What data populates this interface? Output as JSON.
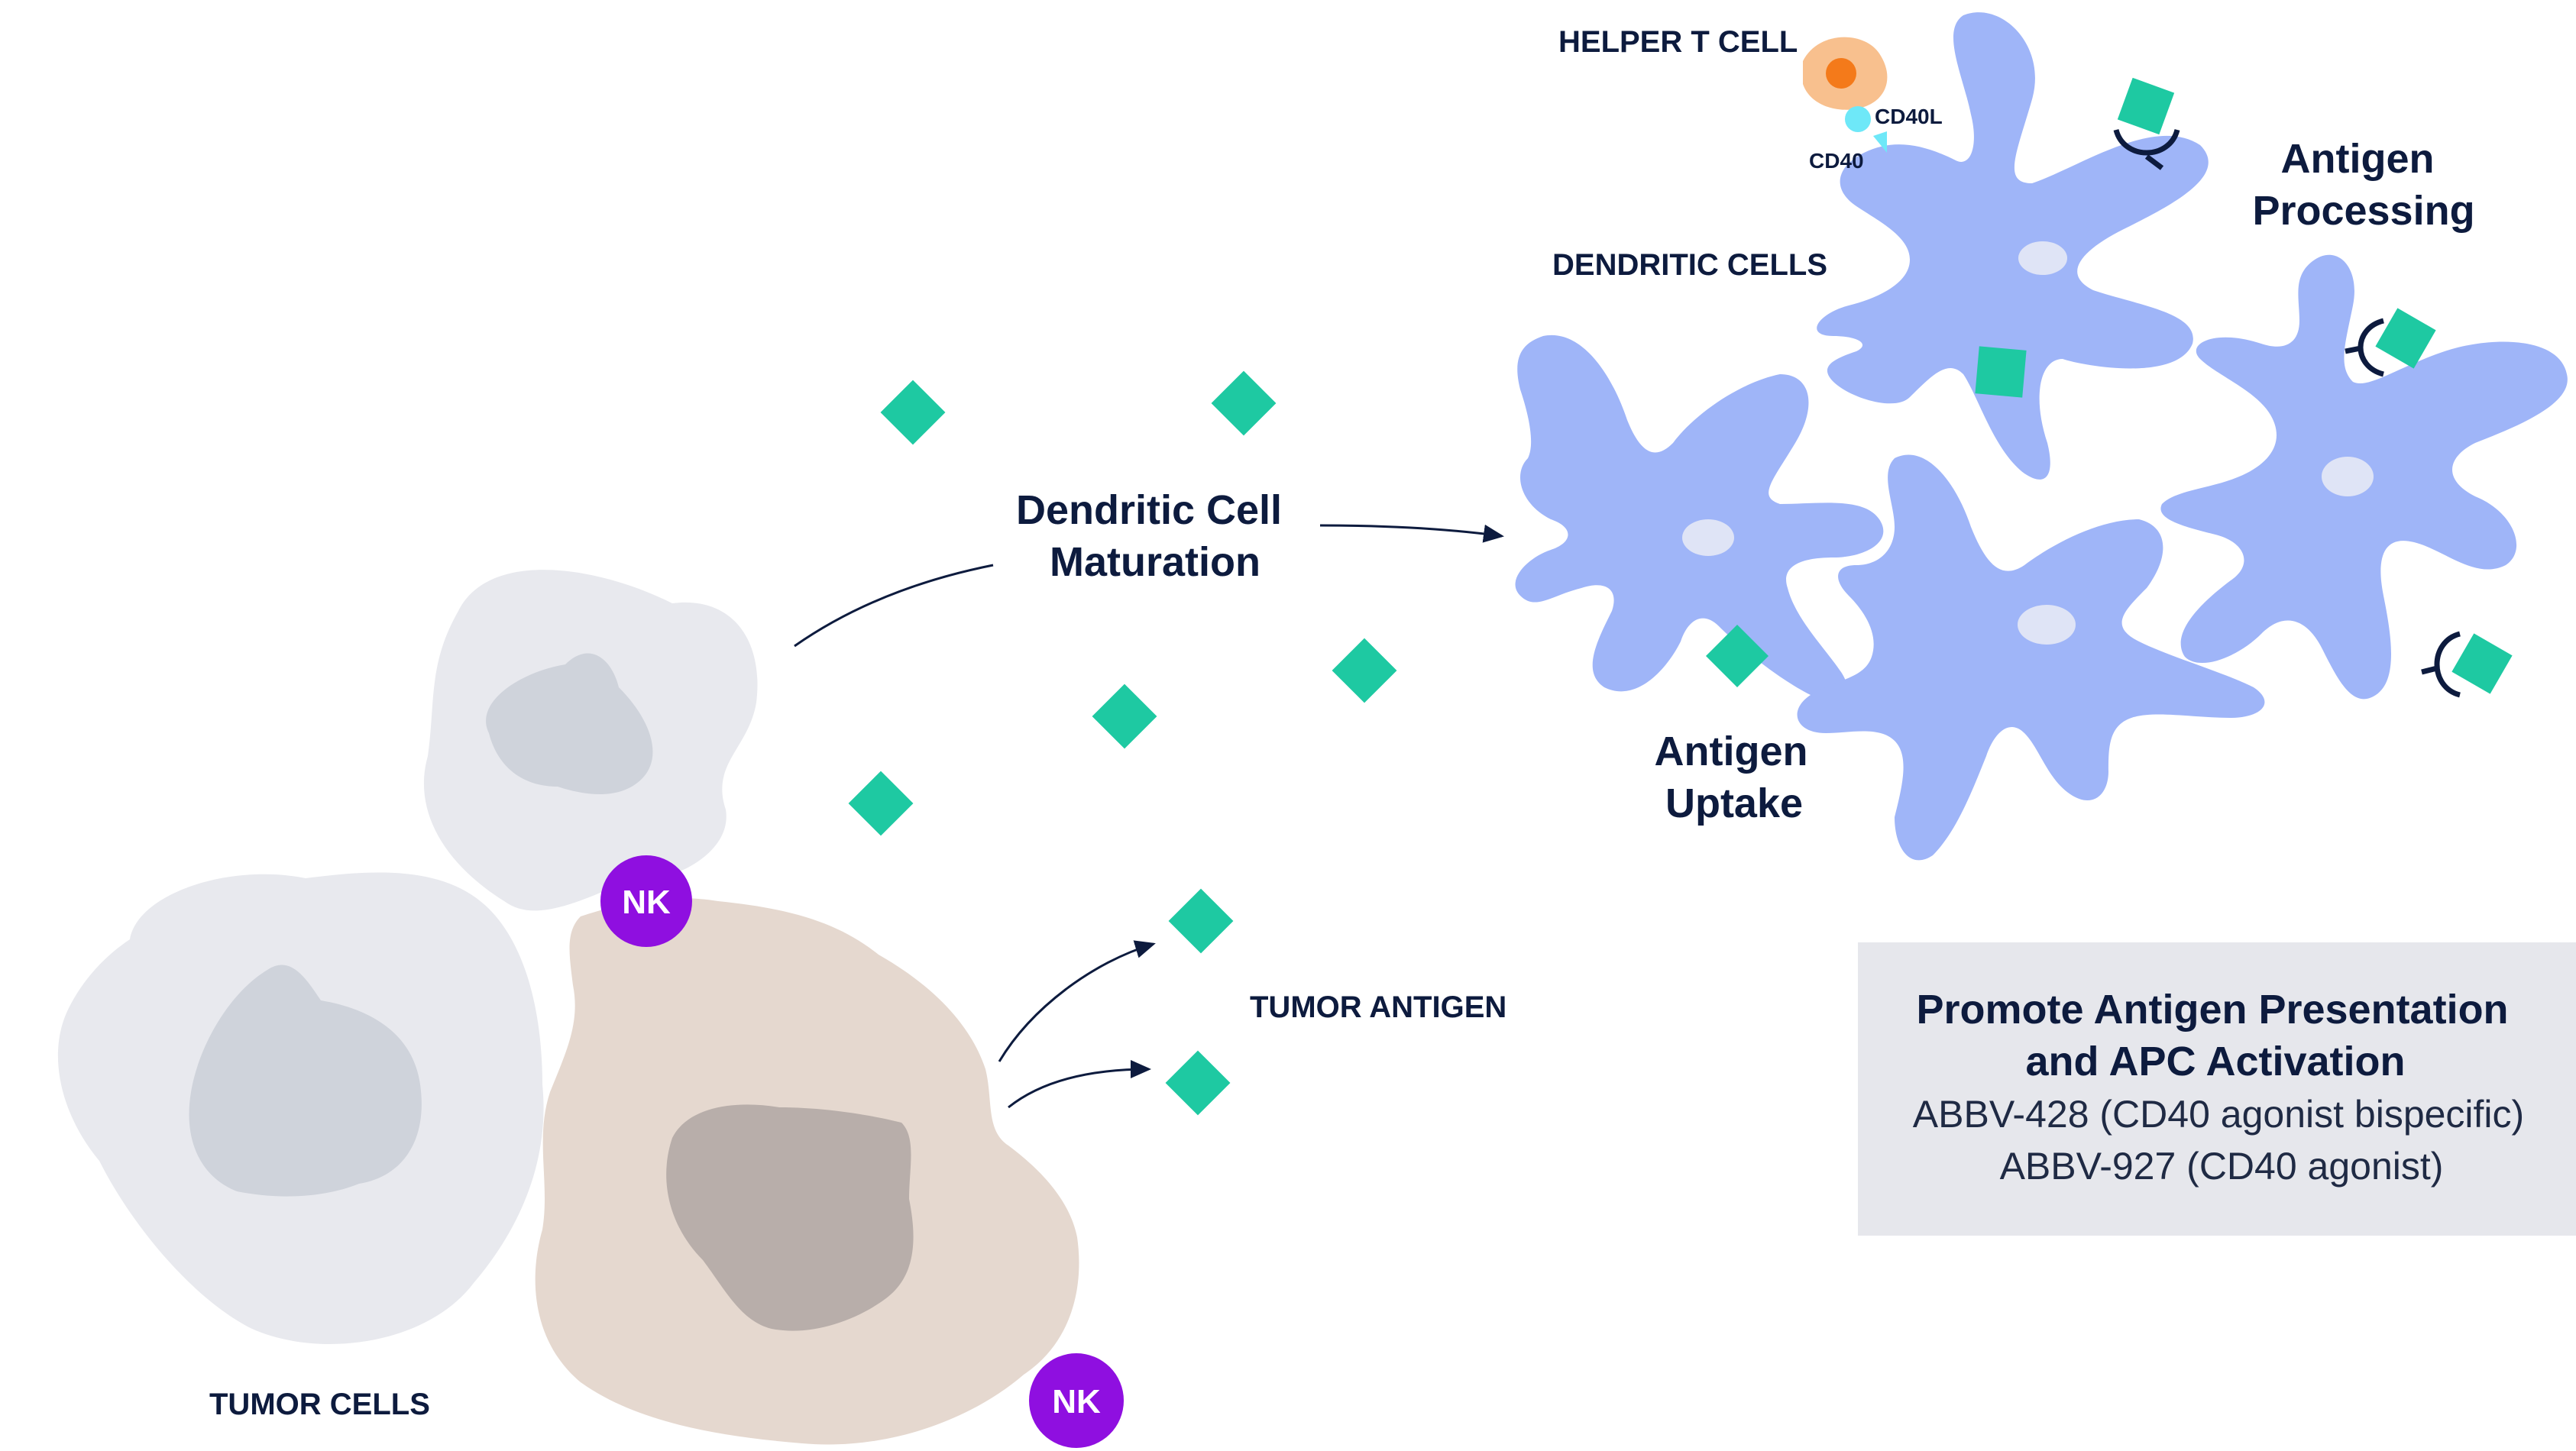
{
  "labels": {
    "helper_t_cell": "HELPER T CELL",
    "cd40l": "CD40L",
    "cd40": "CD40",
    "dendritic_cells": "DENDRITIC CELLS",
    "antigen_processing_line1": "Antigen",
    "antigen_processing_line2": "Processing",
    "dc_maturation_line1": "Dendritic Cell",
    "dc_maturation_line2": "Maturation",
    "antigen_uptake_line1": "Antigen",
    "antigen_uptake_line2": "Uptake",
    "tumor_antigen": "TUMOR ANTIGEN",
    "tumor_cells": "TUMOR CELLS",
    "nk": "NK"
  },
  "info_box": {
    "title_line1": "Promote Antigen Presentation",
    "title_line2": "and APC Activation",
    "drug_1": "ABBV-428 (CD40 agonist bispecific)",
    "drug_2": "ABBV-927 (CD40 agonist)"
  },
  "colors": {
    "antigen": "#1ec9a2",
    "dendritic_cell": "#9fb5f8",
    "dendritic_nucleus": "#dfe4f6",
    "tumor_cell_gray": "#e8e9ee",
    "tumor_nucleus_gray": "#cfd3db",
    "tumor_cell_tan": "#e5d8cf",
    "tumor_nucleus_tan": "#b8aeaa",
    "nk_cell": "#8f0fe0",
    "helper_t": "#f8c08e",
    "helper_t_nucleus": "#f47a1a",
    "cd40l": "#6ee8f8",
    "text_dark": "#0d1b3e",
    "info_box_bg": "#e6e7ec"
  }
}
